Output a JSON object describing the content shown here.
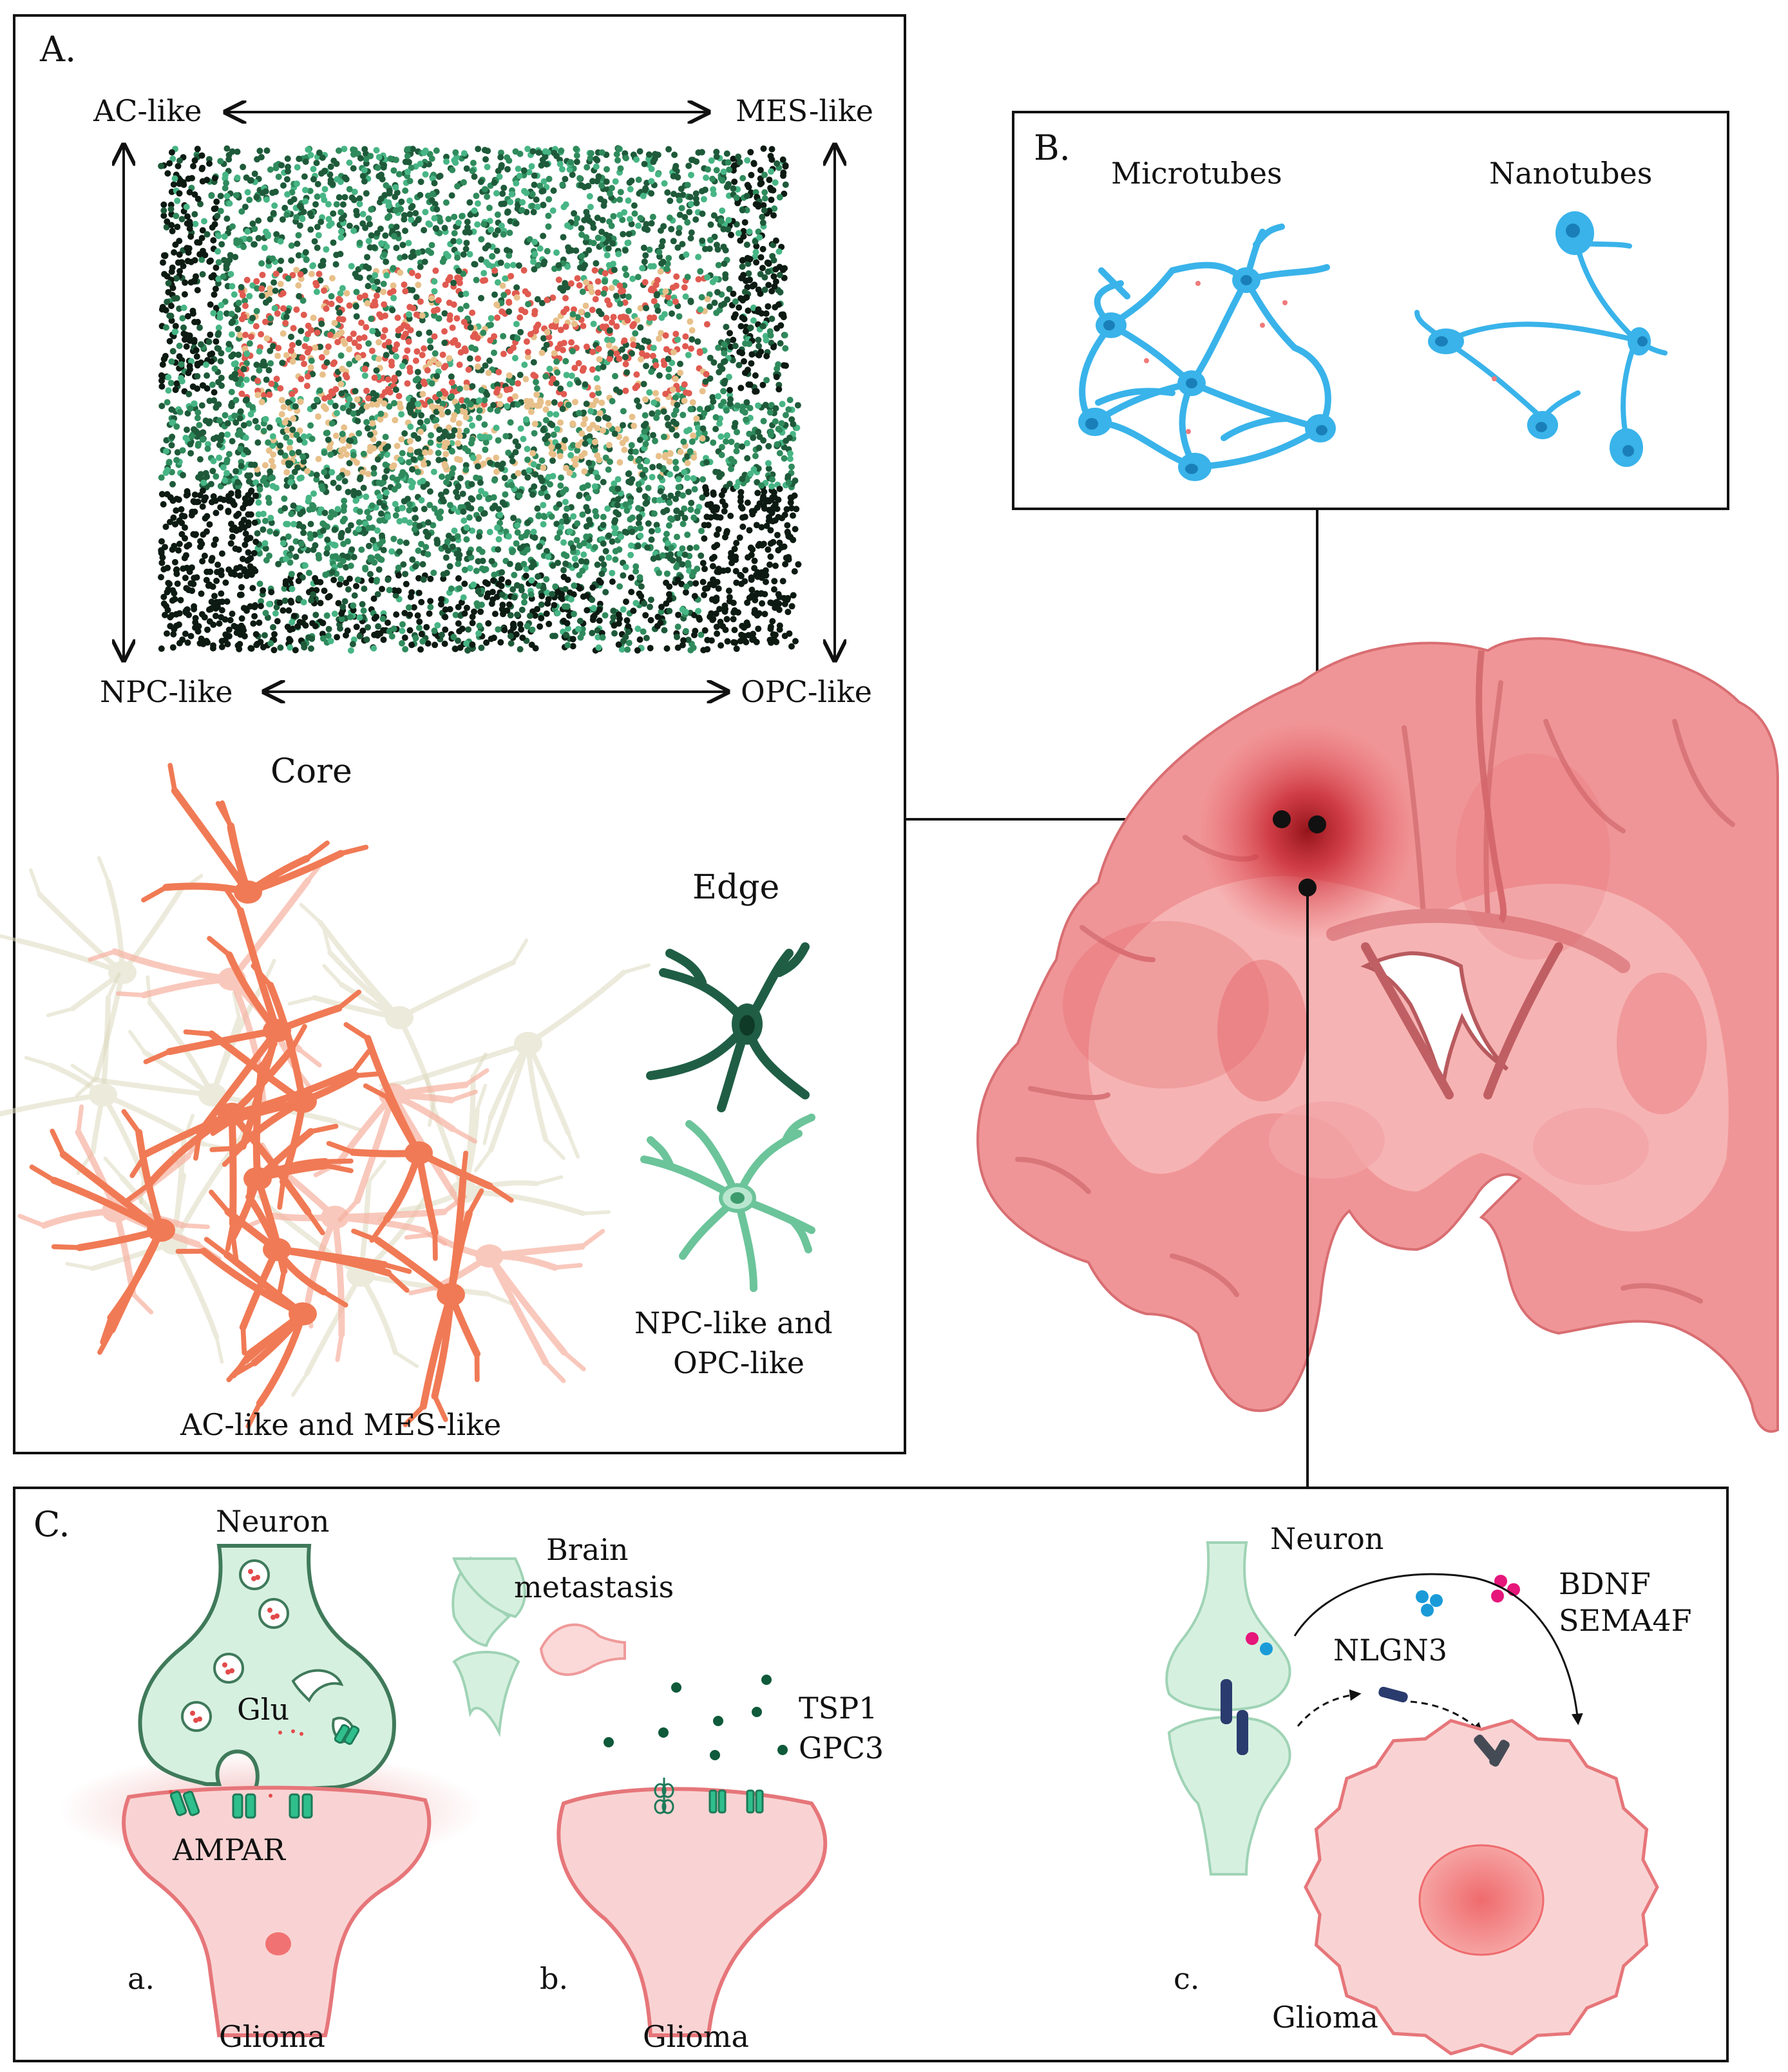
{
  "panel_a": {
    "label": "A.",
    "axes": {
      "top_left": "AC-like",
      "top_right": "MES-like",
      "bottom_left": "NPC-like",
      "bottom_right": "OPC-like"
    },
    "scatter_colors": [
      "#0c1a12",
      "#1e5a3a",
      "#2f8a5c",
      "#47b585",
      "#e8c08a",
      "#e05a50"
    ],
    "core_title": "Core",
    "core_caption": "AC-like and MES-like",
    "edge_title": "Edge",
    "edge_caption_line1": "NPC-like and",
    "edge_caption_line2": "OPC-like"
  },
  "panel_b": {
    "label": "B.",
    "microtubes": "Microtubes",
    "nanotubes": "Nanotubes"
  },
  "panel_c": {
    "label": "C.",
    "a": {
      "neuron": "Neuron",
      "glu": "Glu",
      "ampar": "AMPAR",
      "sub": "a.",
      "glioma": "Glioma"
    },
    "b": {
      "brain_metastasis_line1": "Brain",
      "brain_metastasis_line2": "metastasis",
      "tsp1": "TSP1",
      "gpc3": "GPC3",
      "sub": "b.",
      "glioma": "Glioma"
    },
    "c": {
      "neuron": "Neuron",
      "nlgn3": "NLGN3",
      "bdnf": "BDNF",
      "sema4f": "SEMA4F",
      "sub": "c.",
      "glioma": "Glioma"
    }
  },
  "colors": {
    "cell_blue": "#39b3ea",
    "glioma_pink": "#f7c9c9",
    "neuron_green": "#d6f0e0",
    "core_orange": "#f07a55",
    "edge_dark": "#1f5e45",
    "edge_light": "#6cc49a",
    "brain": "#f09597"
  }
}
